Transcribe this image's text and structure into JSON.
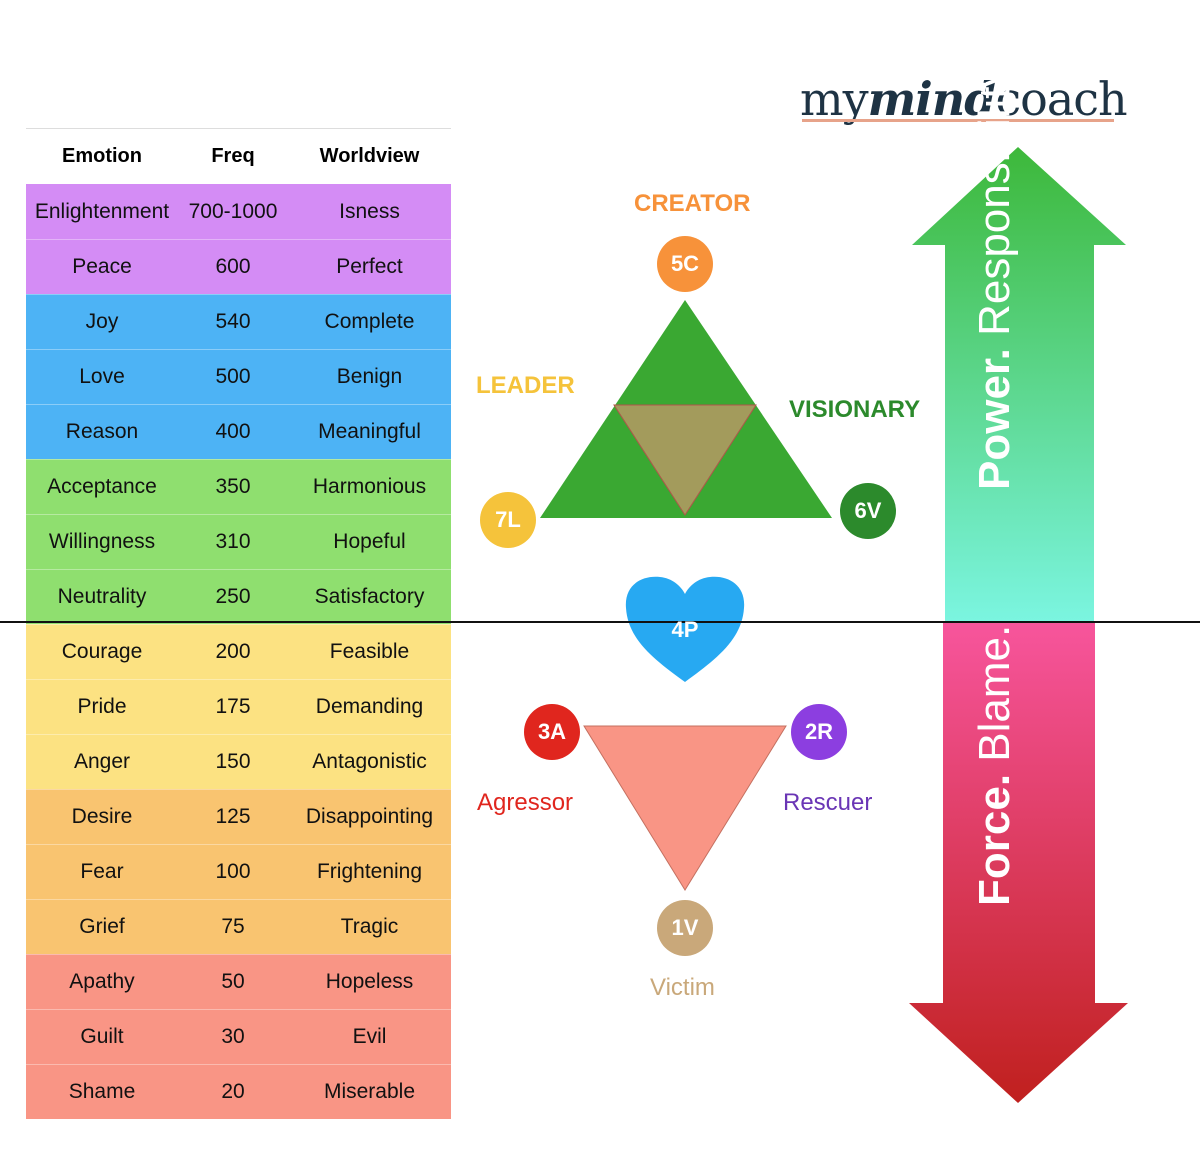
{
  "logo": {
    "part1": "my",
    "part2": "mind",
    "part3": "coach"
  },
  "table": {
    "headers": [
      "Emotion",
      "Freq",
      "Worldview"
    ],
    "rows": [
      {
        "emotion": "Enlightenment",
        "freq": "700-1000",
        "worldview": "Isness",
        "color": "#d48cf5"
      },
      {
        "emotion": "Peace",
        "freq": "600",
        "worldview": "Perfect",
        "color": "#d48cf5"
      },
      {
        "emotion": "Joy",
        "freq": "540",
        "worldview": "Complete",
        "color": "#4db3f5"
      },
      {
        "emotion": "Love",
        "freq": "500",
        "worldview": "Benign",
        "color": "#4db3f5"
      },
      {
        "emotion": "Reason",
        "freq": "400",
        "worldview": "Meaningful",
        "color": "#4db3f5"
      },
      {
        "emotion": "Acceptance",
        "freq": "350",
        "worldview": "Harmonious",
        "color": "#8fdf6f"
      },
      {
        "emotion": "Willingness",
        "freq": "310",
        "worldview": "Hopeful",
        "color": "#8fdf6f"
      },
      {
        "emotion": "Neutrality",
        "freq": "250",
        "worldview": "Satisfactory",
        "color": "#8fdf6f"
      },
      {
        "emotion": "Courage",
        "freq": "200",
        "worldview": "Feasible",
        "color": "#fce282"
      },
      {
        "emotion": "Pride",
        "freq": "175",
        "worldview": "Demanding",
        "color": "#fce282"
      },
      {
        "emotion": "Anger",
        "freq": "150",
        "worldview": "Antagonistic",
        "color": "#fce282"
      },
      {
        "emotion": "Desire",
        "freq": "125",
        "worldview": "Disappointing",
        "color": "#f9c470"
      },
      {
        "emotion": "Fear",
        "freq": "100",
        "worldview": "Frightening",
        "color": "#f9c470"
      },
      {
        "emotion": "Grief",
        "freq": "75",
        "worldview": "Tragic",
        "color": "#f9c470"
      },
      {
        "emotion": "Apathy",
        "freq": "50",
        "worldview": "Hopeless",
        "color": "#f99585"
      },
      {
        "emotion": "Guilt",
        "freq": "30",
        "worldview": "Evil",
        "color": "#f99585"
      },
      {
        "emotion": "Shame",
        "freq": "20",
        "worldview": "Miserable",
        "color": "#f99585"
      }
    ]
  },
  "upper_triangle": {
    "creator": {
      "label": "CREATOR",
      "badge": "5C",
      "color": "#f7923a"
    },
    "leader": {
      "label": "LEADER",
      "badge": "7L",
      "color": "#f5c33b"
    },
    "visionary": {
      "label": "VISIONARY",
      "badge": "6V",
      "color": "#2c8a2c"
    },
    "fill_color": "#3aa832",
    "inner_color": "#a39b5c"
  },
  "heart": {
    "badge": "4P",
    "color": "#27a9f2"
  },
  "lower_triangle": {
    "agressor": {
      "label": "Agressor",
      "badge": "3A",
      "color": "#e0261e"
    },
    "rescuer": {
      "label": "Rescuer",
      "badge": "2R",
      "color": "#8c3ee0"
    },
    "victim": {
      "label": "Victim",
      "badge": "1V",
      "color": "#c9a87a"
    },
    "fill_color": "#f99585"
  },
  "arrow_up": {
    "bold": "Power.",
    "light": "Responsibility.",
    "top_color": "#3db83a",
    "bottom_color": "#7bf5e0"
  },
  "arrow_down": {
    "bold": "Force.",
    "light": "Blame.",
    "top_color": "#f7559c",
    "bottom_color": "#c0201e"
  }
}
